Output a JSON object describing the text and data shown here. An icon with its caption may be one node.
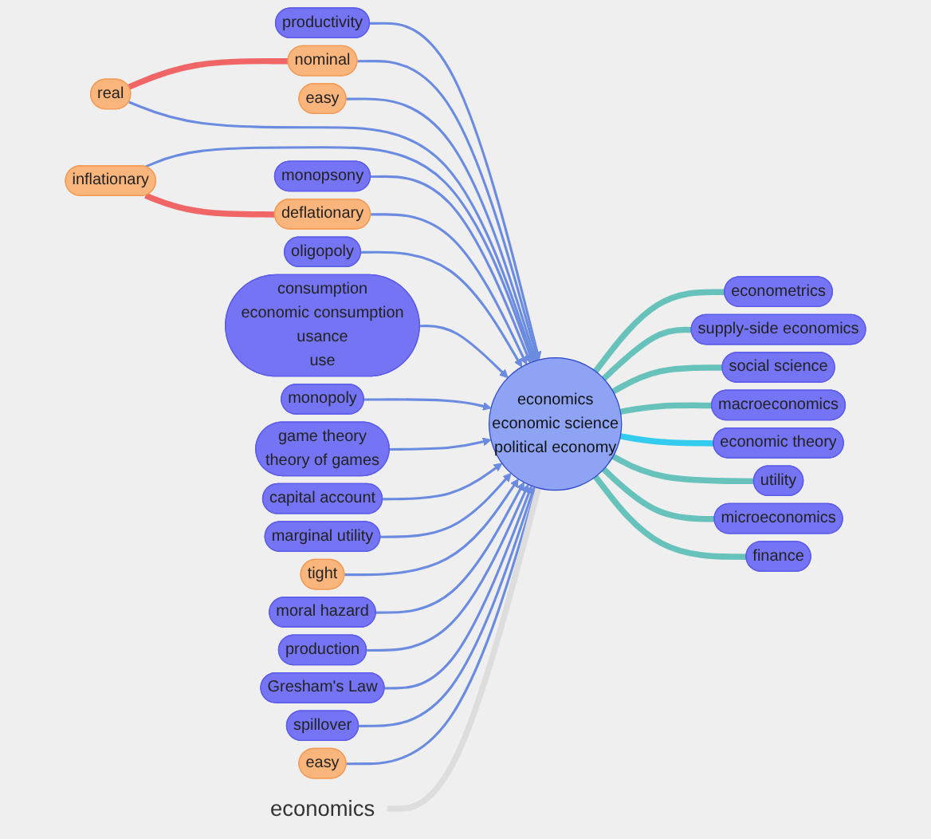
{
  "diagram": {
    "nodes": [
      {
        "text": [
          "productivity"
        ]
      },
      {
        "text": [
          "nominal"
        ]
      },
      {
        "text": [
          "easy"
        ]
      },
      {
        "text": [
          "real"
        ]
      },
      {
        "text": [
          "econometrics"
        ]
      },
      {
        "text": [
          "supply-side economics"
        ]
      },
      {
        "text": [
          "economics"
        ]
      },
      {
        "text": [
          "inflationary"
        ]
      },
      {
        "text": [
          "monopsony"
        ]
      },
      {
        "text": [
          "deflationary"
        ]
      },
      {
        "text": [
          "social science"
        ]
      },
      {
        "text": [
          "oligopoly"
        ]
      },
      {
        "text": [
          "consumption",
          "economic consumption",
          "usance",
          "use"
        ]
      },
      {
        "text": [
          "macroeconomics"
        ]
      },
      {
        "text": [
          "economics",
          "economic science",
          "political economy"
        ]
      },
      {
        "text": [
          "economic theory"
        ]
      },
      {
        "text": [
          "monopoly"
        ]
      },
      {
        "text": [
          "game theory",
          "theory of games"
        ]
      },
      {
        "text": [
          "capital account"
        ]
      },
      {
        "text": [
          "marginal utility"
        ]
      },
      {
        "text": [
          "tight"
        ]
      },
      {
        "text": [
          "moral hazard"
        ]
      },
      {
        "text": [
          "utility"
        ]
      },
      {
        "text": [
          "production"
        ]
      },
      {
        "text": [
          "microeconomics"
        ]
      },
      {
        "text": [
          "Gresham's Law"
        ]
      },
      {
        "text": [
          "finance"
        ]
      },
      {
        "text": [
          "spillover"
        ]
      },
      {
        "text": [
          "easy"
        ]
      }
    ],
    "edges": [
      {
        "from": 0,
        "to": 14,
        "arrow": "to"
      },
      {
        "from": 1,
        "to": 14,
        "arrow": "to"
      },
      {
        "from": 2,
        "to": 14,
        "arrow": "to"
      },
      {
        "from": 3,
        "to": 14,
        "arrow": "to"
      },
      {
        "from": 7,
        "to": 14,
        "arrow": "to"
      },
      {
        "from": 8,
        "to": 14,
        "arrow": "to"
      },
      {
        "from": 9,
        "to": 14,
        "arrow": "to"
      },
      {
        "from": 11,
        "to": 14,
        "arrow": "to"
      },
      {
        "from": 12,
        "to": 14,
        "arrow": "to"
      },
      {
        "from": 16,
        "to": 14,
        "arrow": "to"
      },
      {
        "from": 17,
        "to": 14,
        "arrow": "to"
      },
      {
        "from": 18,
        "to": 14,
        "arrow": "to"
      },
      {
        "from": 19,
        "to": 14,
        "arrow": "to"
      },
      {
        "from": 20,
        "to": 14,
        "arrow": "to"
      },
      {
        "from": 21,
        "to": 14,
        "arrow": "to"
      },
      {
        "from": 23,
        "to": 14,
        "arrow": "to"
      },
      {
        "from": 25,
        "to": 14,
        "arrow": "to"
      },
      {
        "from": 27,
        "to": 14,
        "arrow": "to"
      },
      {
        "from": 28,
        "to": 14,
        "arrow": "to"
      },
      {
        "from": 14,
        "to": 4,
        "arrow": "none",
        "style": "thick",
        "color": "#66c2bb"
      },
      {
        "from": 14,
        "to": 5,
        "arrow": "none",
        "style": "thick",
        "color": "#66c2bb"
      },
      {
        "from": 14,
        "to": 10,
        "arrow": "none",
        "style": "thick",
        "color": "#66c2bb"
      },
      {
        "from": 14,
        "to": 13,
        "arrow": "none",
        "style": "thick",
        "color": "#66c2bb"
      },
      {
        "from": 14,
        "to": 15,
        "arrow": "none",
        "style": "thick",
        "color": "#33ccee"
      },
      {
        "from": 14,
        "to": 22,
        "arrow": "none",
        "style": "thick",
        "color": "#66c2bb"
      },
      {
        "from": 14,
        "to": 24,
        "arrow": "none",
        "style": "thick",
        "color": "#66c2bb"
      },
      {
        "from": 14,
        "to": 26,
        "arrow": "none",
        "style": "thick",
        "color": "#66c2bb"
      },
      {
        "from": 3,
        "to": 1,
        "arrow": "none",
        "style": "thick",
        "color": "#f06666"
      },
      {
        "from": 7,
        "to": 9,
        "arrow": "none",
        "style": "thick",
        "color": "#f06666"
      },
      {
        "from": 6,
        "to": 14,
        "arrow": "none",
        "style": "thick",
        "color": "#dddddd"
      }
    ]
  }
}
